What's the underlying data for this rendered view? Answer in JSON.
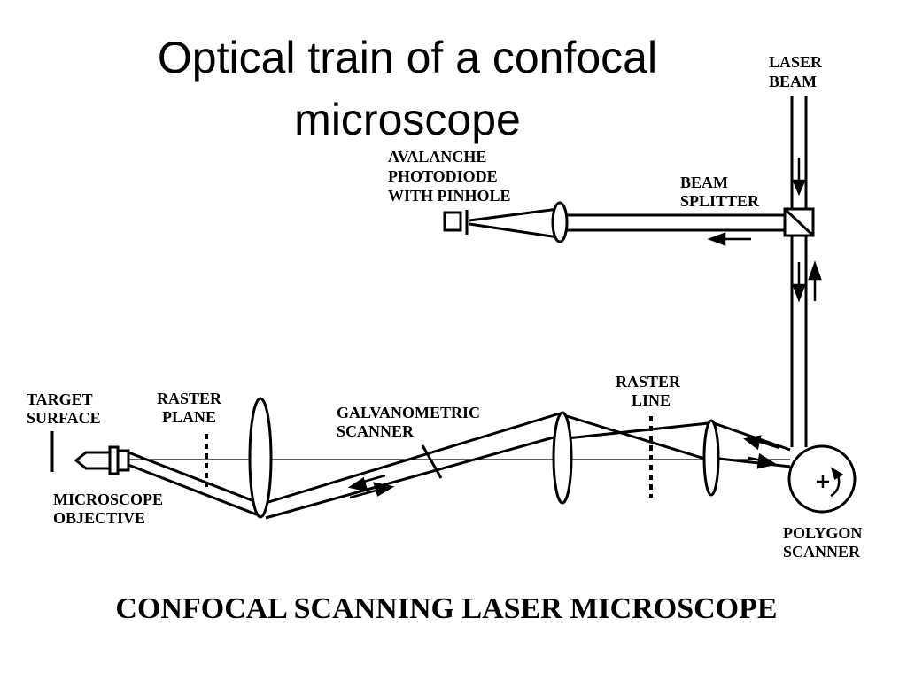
{
  "slide": {
    "title_line1": "Optical train of a confocal",
    "title_line2": "microscope",
    "caption": "CONFOCAL SCANNING LASER MICROSCOPE"
  },
  "labels": {
    "laser_beam": [
      "LASER",
      "BEAM"
    ],
    "photodiode": [
      "AVALANCHE",
      "PHOTODIODE",
      "WITH PINHOLE"
    ],
    "beam_splitter": [
      "BEAM",
      "SPLITTER"
    ],
    "target_surface": [
      "TARGET",
      "SURFACE"
    ],
    "raster_plane": [
      "RASTER",
      "PLANE"
    ],
    "galvanometric_scanner": [
      "GALVANOMETRIC",
      "SCANNER"
    ],
    "raster_line": [
      "RASTER",
      "LINE"
    ],
    "microscope_objective": [
      "MICROSCOPE",
      "OBJECTIVE"
    ],
    "polygon_scanner": [
      "POLYGON",
      "SCANNER"
    ]
  },
  "colors": {
    "ink": "#000000",
    "background": "#ffffff"
  }
}
